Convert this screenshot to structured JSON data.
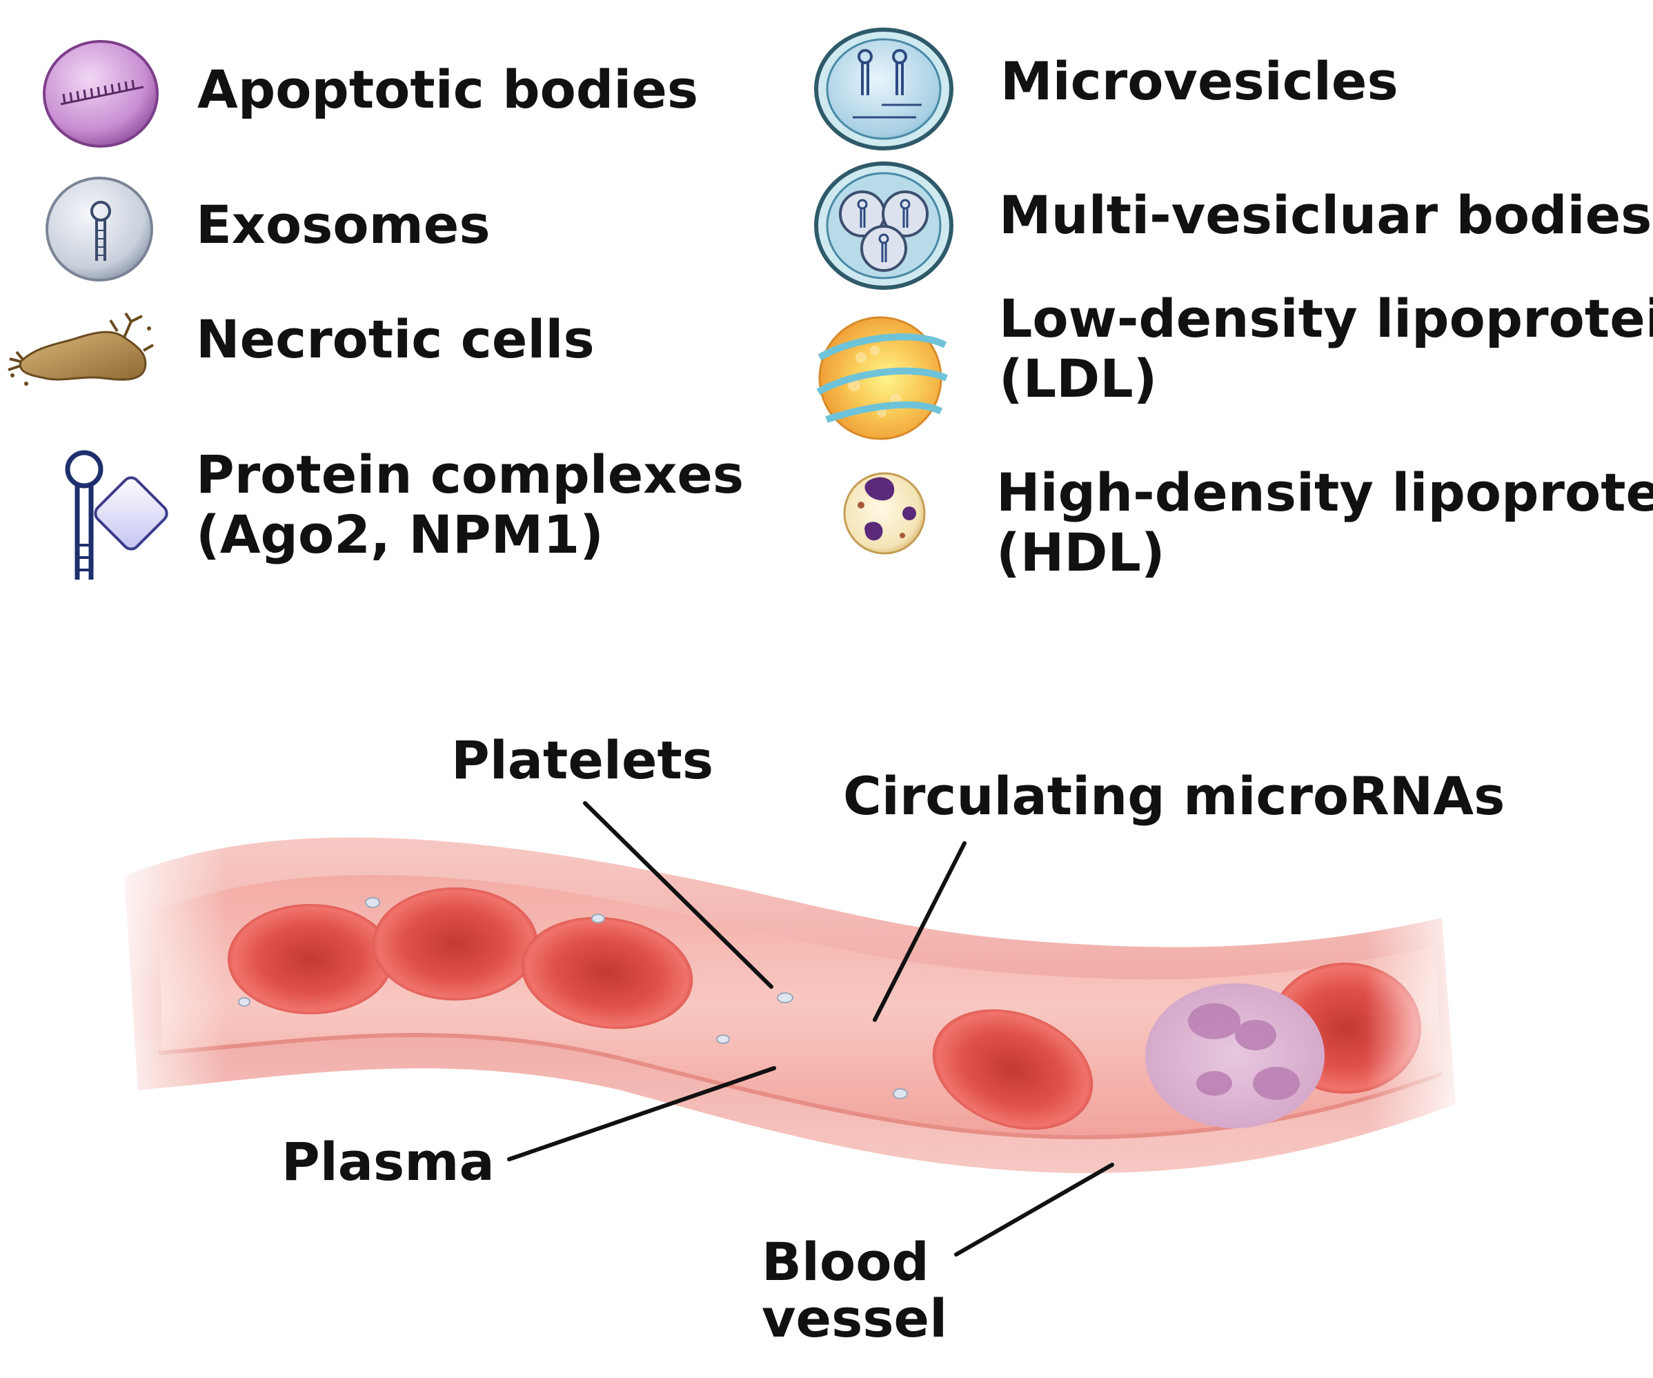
{
  "legend": {
    "left": [
      {
        "icon": "apoptotic-bodies-icon",
        "label": "Apoptotic bodies"
      },
      {
        "icon": "exosomes-icon",
        "label": "Exosomes"
      },
      {
        "icon": "necrotic-cells-icon",
        "label": "Necrotic cells"
      },
      {
        "icon": "protein-complexes-icon",
        "line1": "Protein complexes",
        "line2": "(Ago2, NPM1)"
      }
    ],
    "right": [
      {
        "icon": "microvesicles-icon",
        "label": "Microvesicles"
      },
      {
        "icon": "multi-vesicular-bodies-icon",
        "label": "Multi-vesicluar bodies"
      },
      {
        "icon": "ldl-icon",
        "line1": "Low-density lipoprotein",
        "line2": "(LDL)"
      },
      {
        "icon": "hdl-icon",
        "line1": "High-density lipoprotein",
        "line2": "(HDL)"
      }
    ]
  },
  "vessel": {
    "platelets": "Platelets",
    "circulating": "Circulating microRNAs",
    "plasma": "Plasma",
    "blood_line1": "Blood",
    "blood_line2": "vessel"
  },
  "colors": {
    "text": "#111111",
    "vessel_wall": "#f4b3b0",
    "plasma": "#f6c2bd",
    "red_cell": "#d9413c",
    "purple_vesicle": "#c98fd3",
    "blue_vesicle": "#9fd0e6",
    "ldl_orange": "#f4a43a",
    "hdl_purple": "#5c2a7a",
    "necrotic_tan": "#b48a4e"
  }
}
